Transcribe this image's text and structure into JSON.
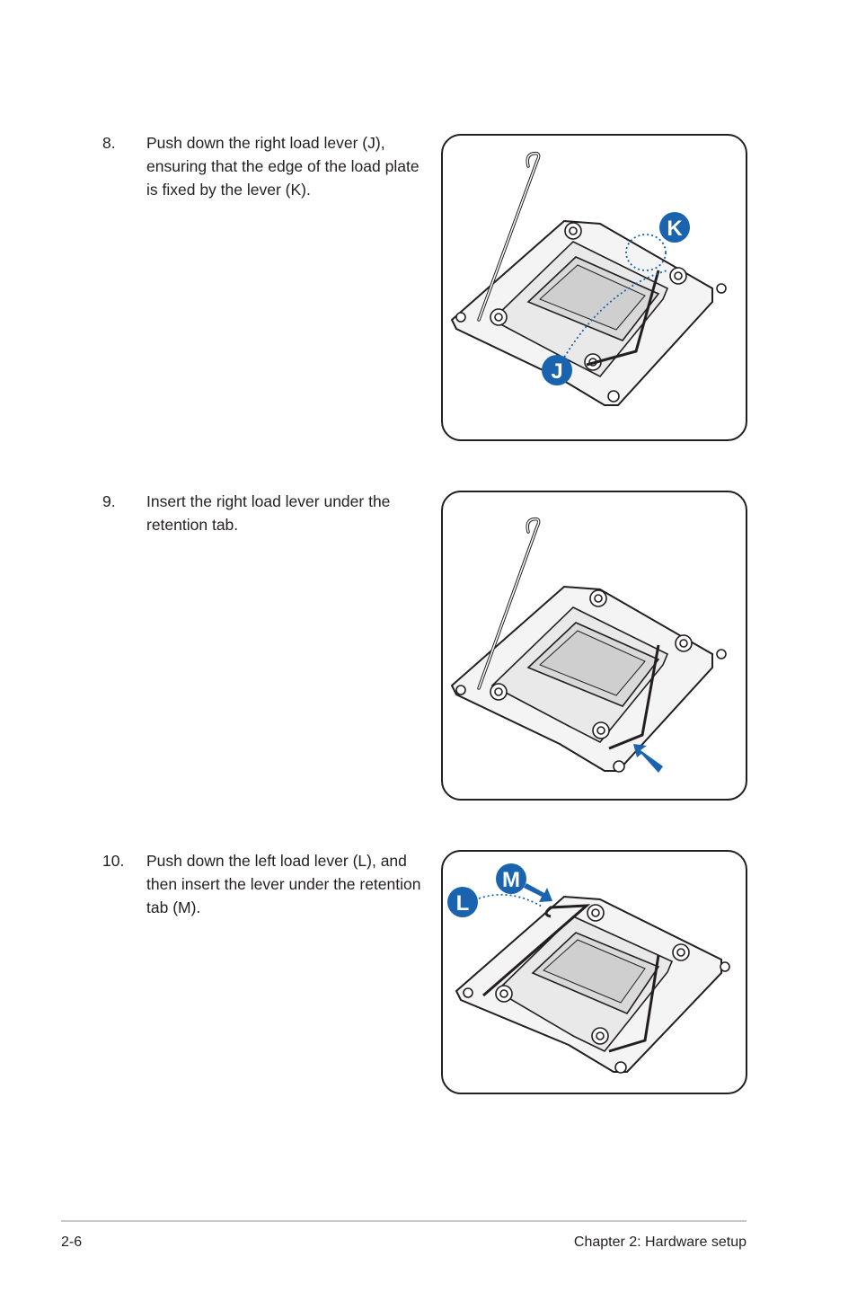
{
  "steps": [
    {
      "number": "8.",
      "text": "Push down the right load lever (J), ensuring that the edge of the load plate is fixed by the lever (K)."
    },
    {
      "number": "9.",
      "text": "Insert the right load lever under the retention tab."
    },
    {
      "number": "10.",
      "text": "Push down the left load lever (L), and then insert the lever under the retention tab (M)."
    }
  ],
  "figures": [
    {
      "callouts": [
        "K",
        "J"
      ]
    },
    {
      "callouts": []
    },
    {
      "callouts": [
        "M",
        "L"
      ]
    }
  ],
  "colors": {
    "callout": "#1a63ae",
    "line": "#231f20"
  },
  "icons": [
    "cpu-socket-illustration",
    "blue-arrow-icon",
    "callout-badge"
  ],
  "footer": {
    "page_number": "2-6",
    "chapter": "Chapter 2:  Hardware setup"
  }
}
